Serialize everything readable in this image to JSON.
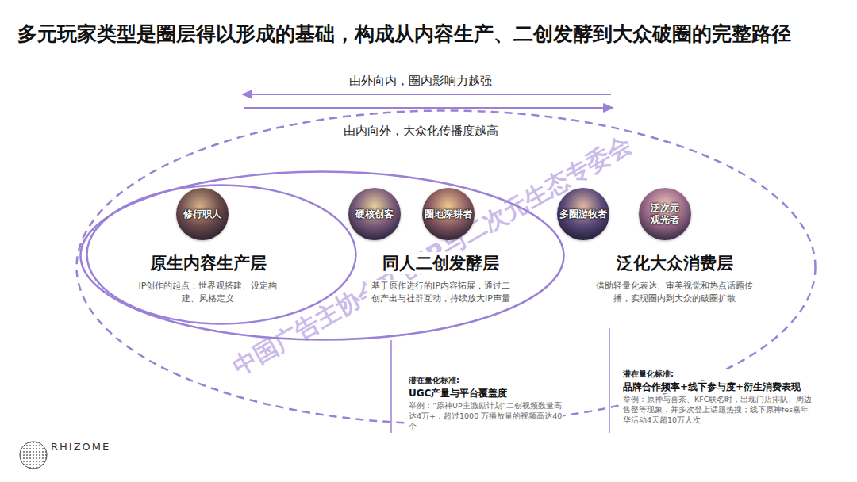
{
  "diagram": {
    "title": "多元玩家类型是圈层得以形成的基础，构成从内容生产、二创发酵到大众破圈的完整路径",
    "nodes": [
      {
        "text": [
          "泛化大众消费层",
          "借助轻量化表达、审美视觉和热点话题传播，实现圈内到大众的破圈扩散"
        ]
      },
      {
        "text": [
          "同人二创发酵层",
          "基于原作进行的IP内容拓展，通过二创产出与社群互动，持续放大IP声量"
        ],
        "in": 0
      },
      {
        "text": [
          "原生内容生产层",
          "IP创作的起点：世界观搭建、设定构建、风格定义"
        ],
        "in": 1
      },
      {
        "text": [
          "修行职人"
        ],
        "in": 2
      },
      {
        "text": [
          "硬核创客"
        ],
        "in": 1
      },
      {
        "text": [
          "圈地深耕者"
        ],
        "in": 1
      },
      {
        "text": [
          "多圈游牧者"
        ],
        "in": 0
      },
      {
        "text": [
          "泛次元 观光者"
        ],
        "in": 0
      }
    ],
    "labels": [
      "由外向内，圈内影响力越强",
      "由内向外，大众化传播度越高",
      "潜在量化标准:",
      "UGC产量与平台覆盖度",
      "举例：“原神UP主激励计划”二创视频数量高达4万+，超过1000 万播放量的视频高达40个",
      "潜在量化标准:",
      "品牌合作频率+线下参与度+衍生消费表现",
      "举例：原神与喜茶、KFC联名时，出现门店排队、周边售罄等现象，并多次登上话题热搜；线下原神fes嘉年华活动4天超10万人次",
      "中国广告主协会文创IP与二次元生态专委会",
      "RHIZOME"
    ]
  }
}
